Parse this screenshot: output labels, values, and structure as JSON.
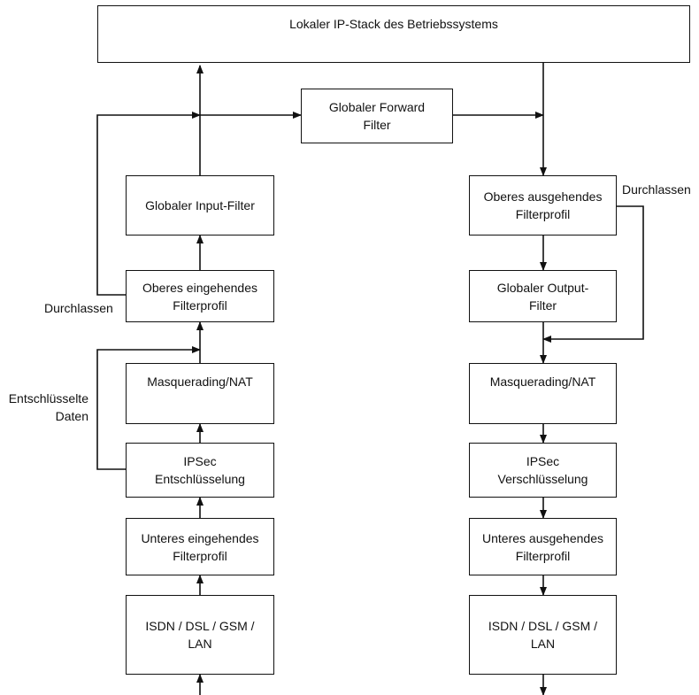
{
  "stack": {
    "label": "Lokaler IP-Stack des Betriebssystems"
  },
  "forward": {
    "label": "Globaler Forward\nFilter"
  },
  "inbound": {
    "input_filter": "Globaler Input-Filter",
    "upper_profile": "Oberes eingehendes\nFilterprofil",
    "nat": "Masquerading/NAT",
    "ipsec": "IPSec\nEntschlüsselung",
    "lower_profile": "Unteres eingehendes\nFilterprofil",
    "interfaces": "ISDN / DSL / GSM /\nLAN"
  },
  "outbound": {
    "upper_profile": "Oberes ausgehendes\nFilterprofil",
    "output_filter": "Globaler Output-\nFilter",
    "nat": "Masquerading/NAT",
    "ipsec": "IPSec\nVerschlüsselung",
    "lower_profile": "Unteres ausgehendes\nFilterprofil",
    "interfaces": "ISDN / DSL / GSM /\nLAN"
  },
  "labels": {
    "pass_left": "Durchlassen",
    "pass_right": "Durchlassen",
    "decrypted": "Entschlüsselte\nDaten"
  }
}
